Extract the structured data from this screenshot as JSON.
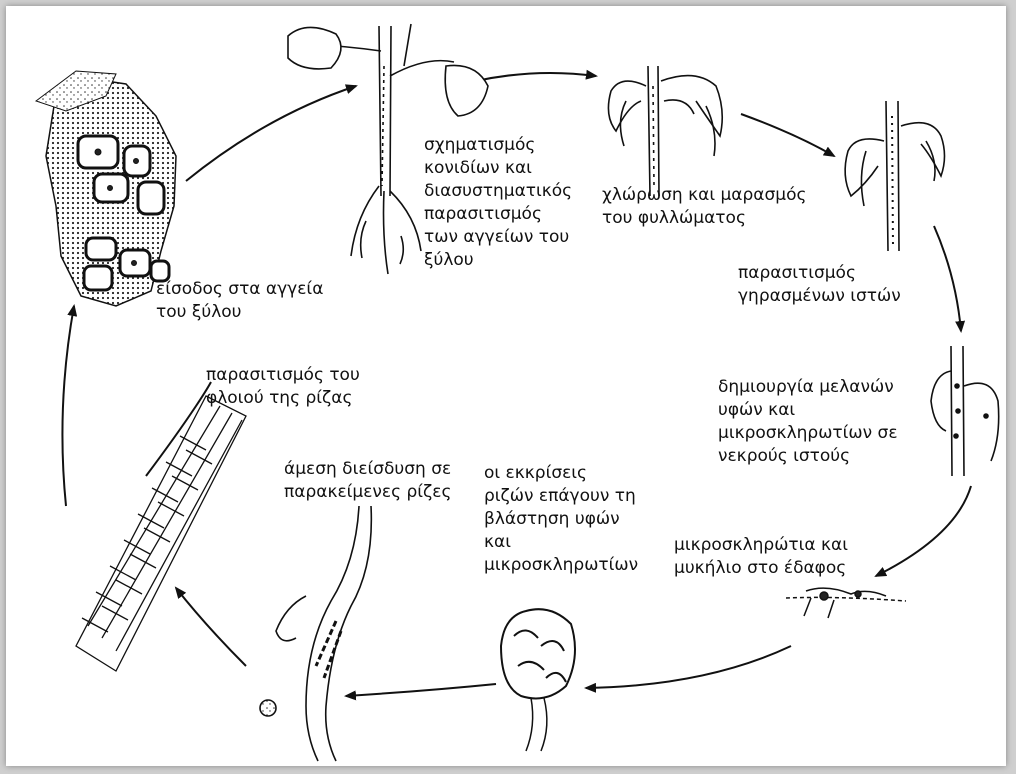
{
  "labels": {
    "entry": "είσοδος στα αγγεία\nτου ξύλου",
    "conidia": "σχηματισμός\nκονιδίων και\nδιασυστηματικός\nπαρασιτισμός\nτων αγγείων του\nξύλου",
    "chlorosis": "χλώρωση και μαρασμός\nτου φυλλώματος",
    "senescent": "παρασιτισμός\nγηρασμένων ιστών",
    "melanin": "δημιουργία μελανών\nυφών και\nμικροσκληρωτίων σε\nνεκρούς ιστούς",
    "soil": "μικροσκληρώτια και\nμυκήλιο στο έδαφος",
    "exudates": "οι εκκρίσεις\nριζών επάγουν τη\nβλάστηση υφών\nκαι\nμικροσκληρωτίων",
    "direct": "άμεση διείσδυση σε\nπαρακείμενες ρίζες",
    "cortex": "παρασιτισμός του\nφλοιού της ρίζας"
  }
}
